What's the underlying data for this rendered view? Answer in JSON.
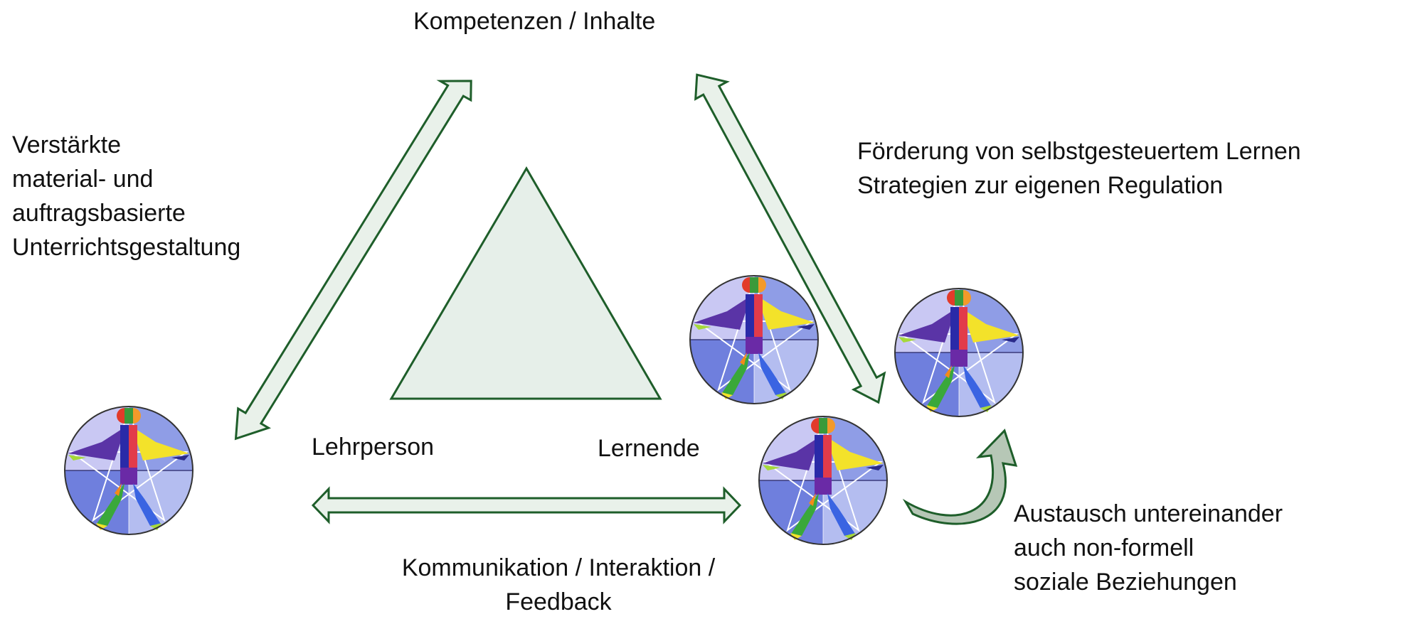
{
  "labels": {
    "top": "Kompetenzen / Inhalte",
    "left": [
      "Verstärkte",
      "material- und",
      "auftragsbasierte",
      "Unterrichtsgestaltung"
    ],
    "right": [
      "Förderung von selbstgesteuertem Lernen",
      "Strategien zur eigenen Regulation"
    ],
    "teacher": "Lehrperson",
    "learners": "Lernende",
    "bottom": [
      "Kommunikation / Interaktion /",
      "Feedback"
    ],
    "exchange": [
      "Austausch untereinander",
      "auch non-formell",
      "soziale Beziehungen"
    ]
  },
  "colors": {
    "stroke": "#1e5e2a",
    "fill": "#e6efe9",
    "arrow_fill": "#e9f1ea",
    "curved_arrow_fill": "#b6c7b6"
  },
  "icons": {
    "figure": "pentagram-figure-icon"
  }
}
